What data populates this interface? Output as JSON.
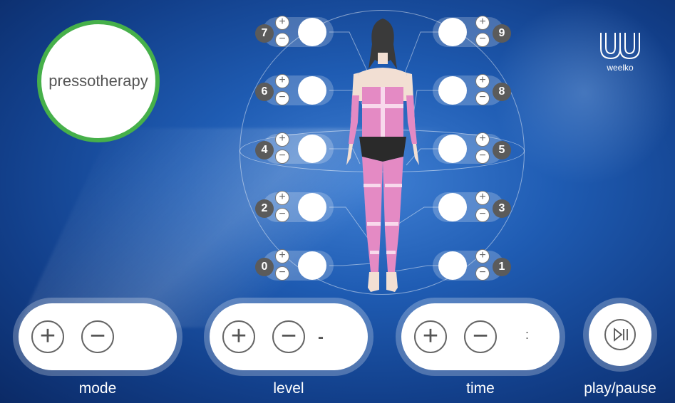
{
  "mode": {
    "name": "pressotherapy"
  },
  "brand": {
    "name": "weelko"
  },
  "zones": {
    "z7": {
      "number": "7",
      "plus": "+",
      "minus": "−"
    },
    "z6": {
      "number": "6",
      "plus": "+",
      "minus": "−"
    },
    "z4": {
      "number": "4",
      "plus": "+",
      "minus": "−"
    },
    "z2": {
      "number": "2",
      "plus": "+",
      "minus": "−"
    },
    "z0": {
      "number": "0",
      "plus": "+",
      "minus": "−"
    },
    "z9": {
      "number": "9",
      "plus": "+",
      "minus": "−"
    },
    "z8": {
      "number": "8",
      "plus": "+",
      "minus": "−"
    },
    "z5": {
      "number": "5",
      "plus": "+",
      "minus": "−"
    },
    "z3": {
      "number": "3",
      "plus": "+",
      "minus": "−"
    },
    "z1": {
      "number": "1",
      "plus": "+",
      "minus": "−"
    }
  },
  "controls": {
    "mode": {
      "label": "mode",
      "plus": "+",
      "minus": "−"
    },
    "level": {
      "label": "level",
      "plus": "+",
      "minus": "−",
      "value": "-"
    },
    "time": {
      "label": "time",
      "plus": "+",
      "minus": "−",
      "value": ":"
    },
    "play_pause": {
      "label": "play/pause",
      "icon": "play-pause-icon"
    }
  },
  "colors": {
    "accent_ring": "#46b04a",
    "body_zones": "#e48ac4",
    "badge": "#5b5b5b"
  }
}
